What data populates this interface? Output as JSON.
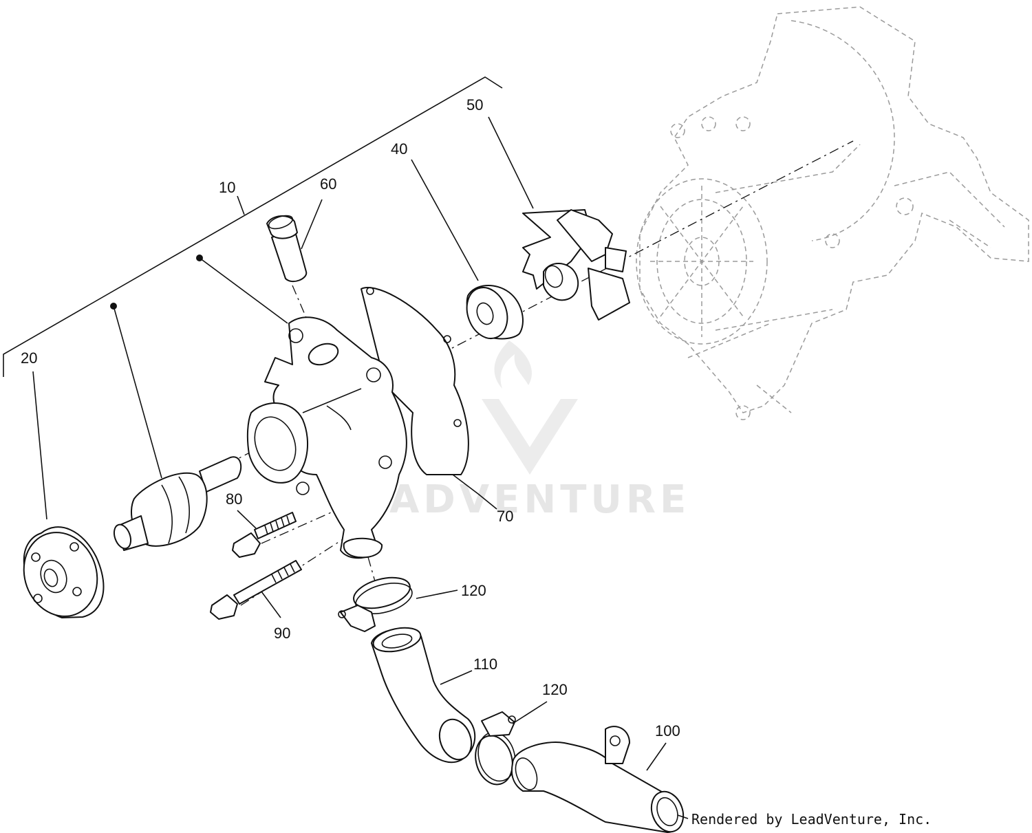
{
  "callouts": {
    "c10": "10",
    "c20": "20",
    "c40": "40",
    "c50": "50",
    "c60": "60",
    "c70": "70",
    "c80": "80",
    "c90": "90",
    "c100": "100",
    "c110": "110",
    "c120a": "120",
    "c120b": "120"
  },
  "watermark": "LEADVENTURE",
  "credit": "Rendered by LeadVenture, Inc."
}
